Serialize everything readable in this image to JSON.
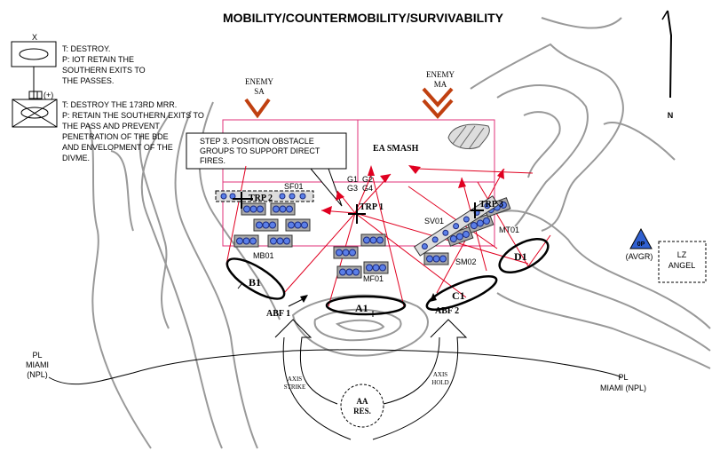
{
  "title": "MOBILITY/COUNTERMOBILITY/SURVIVABILITY",
  "north_label": "N",
  "task_1": {
    "echelon": "X",
    "lines": [
      "T:  DESTROY.",
      "P:  IOT RETAIN THE",
      "SOUTHERN EXITS TO",
      "THE PASSES."
    ]
  },
  "task_2": {
    "echelon": "(+)",
    "lines": [
      "T:  DESTROY THE 173RD MRR.",
      "P:  RETAIN THE SOUTHERN EXITS TO",
      "THE PASS AND PREVENT",
      "PENETRATION OF THE BDE",
      "AND ENVELOPMENT OF THE",
      "DIVME."
    ]
  },
  "step_box": [
    "STEP 3.  POSITION OBSTACLE",
    "GROUPS TO SUPPORT DIRECT",
    "FIRES."
  ],
  "enemy_sa": [
    "ENEMY",
    "SA"
  ],
  "enemy_ma": [
    "ENEMY",
    "MA"
  ],
  "ea_label": "EA SMASH",
  "groups": [
    "G1",
    "G2",
    "G3",
    "G4"
  ],
  "trps": [
    "TRP 1",
    "TRP 2",
    "TRP 3"
  ],
  "obstacles": [
    "SF01",
    "MB01",
    "MF01",
    "SV01",
    "SM02",
    "MT01"
  ],
  "battle_positions": [
    "A1",
    "B1",
    "C1",
    "D1"
  ],
  "abf": [
    "ABF 1",
    "ABF 2"
  ],
  "axes": [
    [
      "AXIS",
      "STRIKE"
    ],
    [
      "AXIS",
      "HOLD"
    ]
  ],
  "reserve": [
    "AA",
    "RES."
  ],
  "phase_line_left": [
    "PL",
    "MIAMI",
    "(NPL)"
  ],
  "phase_line_right": [
    "PL",
    "MIAMI (NPL)"
  ],
  "op": {
    "symbol": "0P",
    "label": "(AVGR)"
  },
  "lz": [
    "LZ",
    "ANGEL"
  ],
  "colors": {
    "engagement_area": "#e0307a",
    "fires": "#e00020",
    "obstacle_dot": "#5b7fe8",
    "contour": "#999999",
    "op_triangle": "#3060d0"
  }
}
